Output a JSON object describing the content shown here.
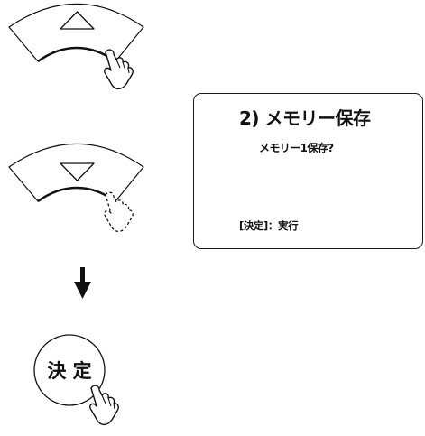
{
  "screen": {
    "title": "2) メモリー保存",
    "prompt": "メモリー1保存?",
    "footer": "[決定]：実行"
  },
  "enter_button": {
    "label": "決 定"
  },
  "icons": {
    "up_key": "triangle-up-icon",
    "down_key": "triangle-down-icon",
    "flow_arrow": "arrow-down-icon",
    "press_hand": "pointing-hand-icon"
  }
}
